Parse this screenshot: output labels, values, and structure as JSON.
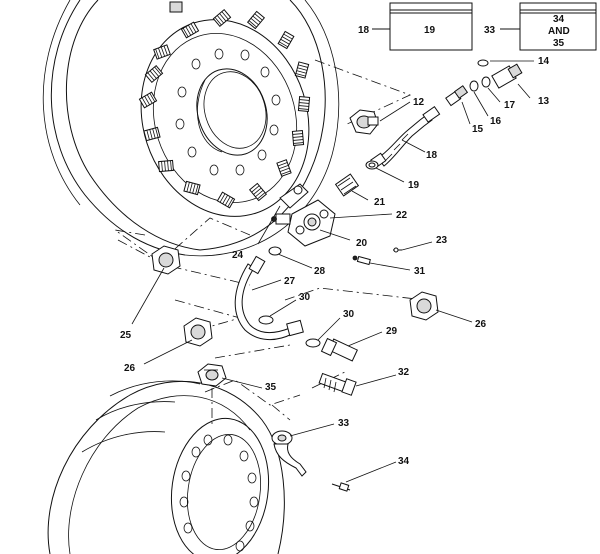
{
  "boxes": {
    "box_18": {
      "ref": "18",
      "content": "19"
    },
    "box_33": {
      "ref": "33",
      "line1": "34",
      "line2": "AND",
      "line3": "35"
    }
  },
  "callouts": {
    "c12": "12",
    "c13": "13",
    "c14": "14",
    "c15": "15",
    "c16": "16",
    "c17": "17",
    "c18": "18",
    "c19": "19",
    "c20": "20",
    "c21": "21",
    "c22": "22",
    "c23": "23",
    "c24": "24",
    "c25": "25",
    "c26a": "26",
    "c26b": "26",
    "c27": "27",
    "c28": "28",
    "c29": "29",
    "c30a": "30",
    "c30b": "30",
    "c31": "31",
    "c32": "32",
    "c33": "33",
    "c34": "34",
    "c35": "35"
  }
}
